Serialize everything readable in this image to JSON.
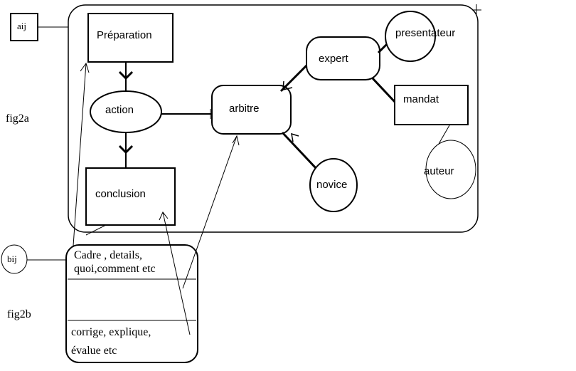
{
  "labels": {
    "fig2a": "fig2a",
    "fig2b": "fig2b",
    "aij": "aij",
    "bij": "bij"
  },
  "nodes": {
    "preparation": "Préparation",
    "action": "action",
    "conclusion": "conclusion",
    "arbitre": "arbitre",
    "expert": "expert",
    "presentateur": "presentateur",
    "mandat": "mandat",
    "novice": "novice",
    "auteur": "auteur"
  },
  "fig2b_table": {
    "row1_line1": "Cadre , details,",
    "row1_line2": "quoi,comment etc",
    "row2": "",
    "row3_line1": "corrige, explique,",
    "row3_line2": "évalue etc"
  }
}
